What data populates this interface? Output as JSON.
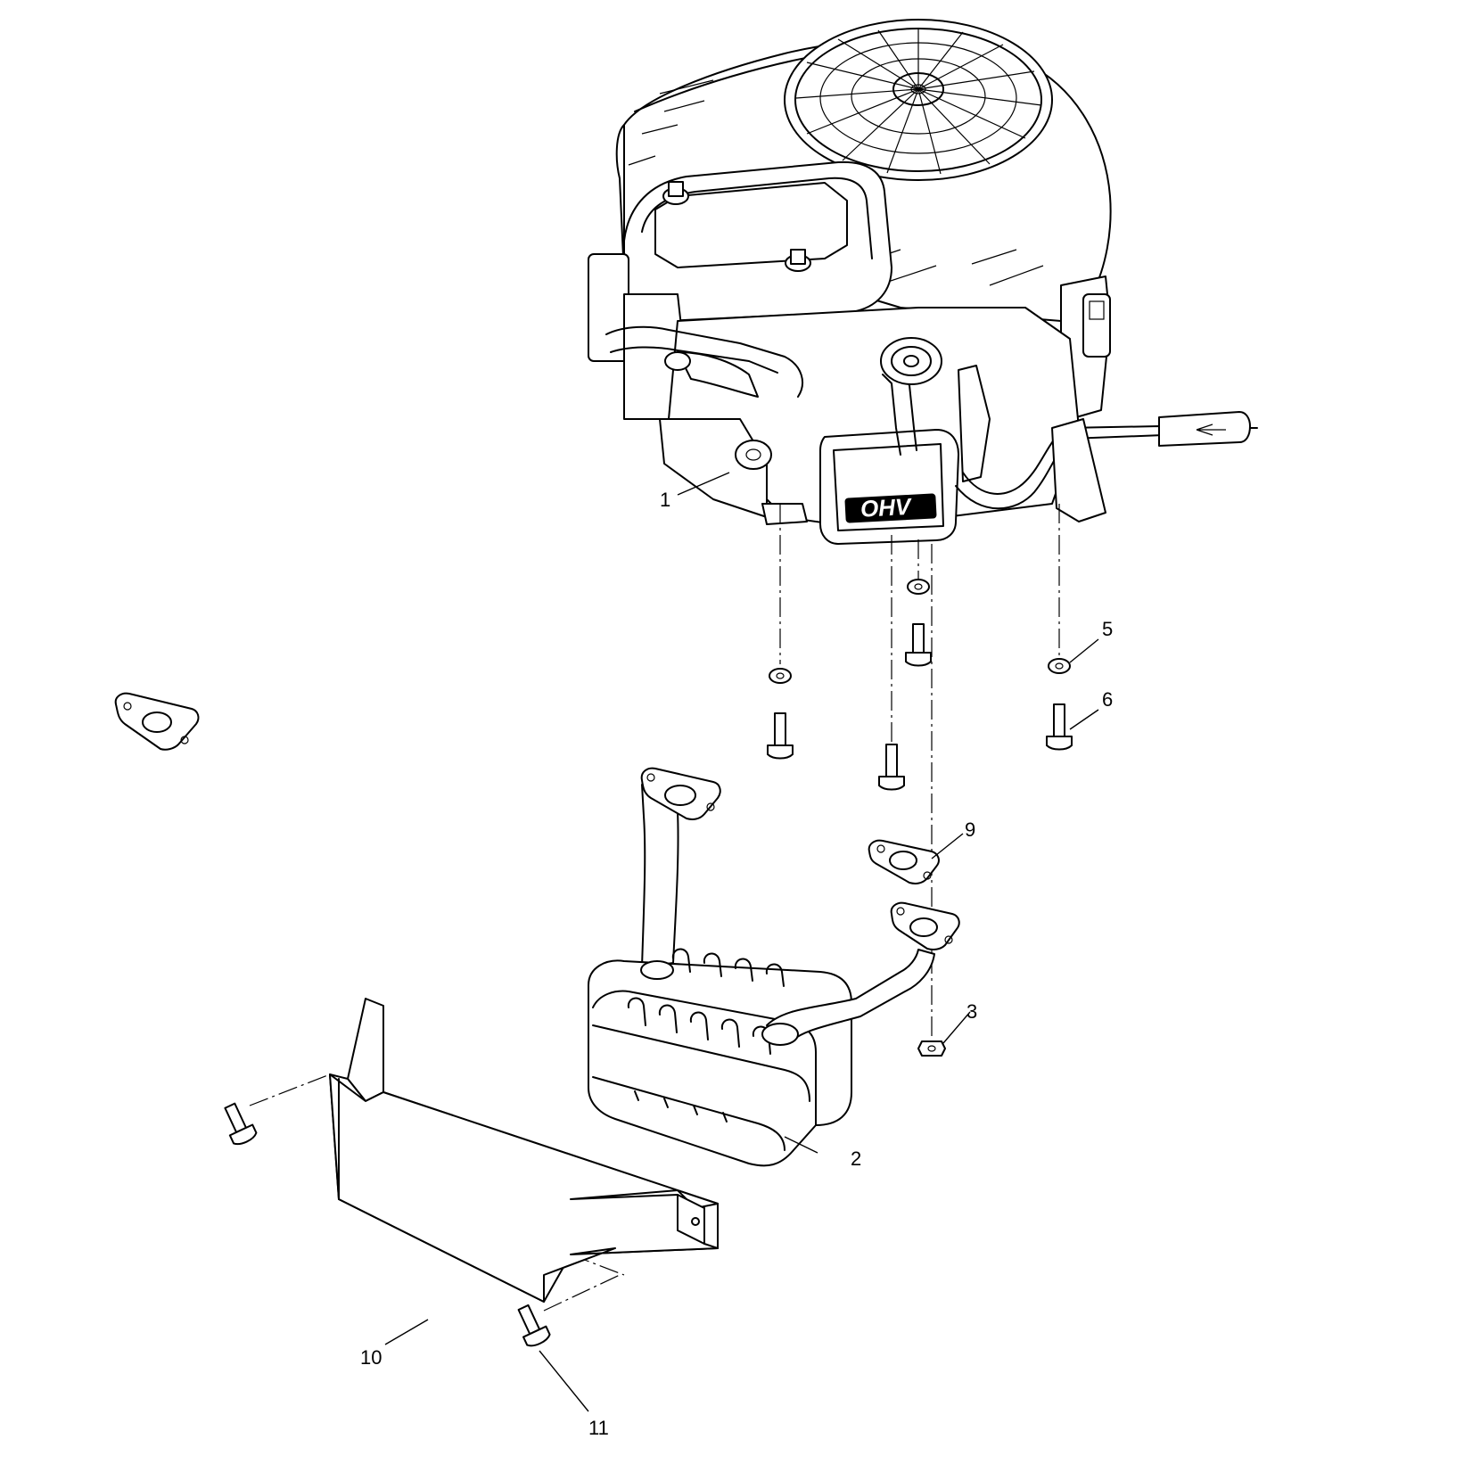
{
  "engine_logo": "OHV",
  "callouts": [
    {
      "id": "1",
      "label": "1"
    },
    {
      "id": "2",
      "label": "2"
    },
    {
      "id": "3",
      "label": "3"
    },
    {
      "id": "5",
      "label": "5"
    },
    {
      "id": "6",
      "label": "6"
    },
    {
      "id": "9",
      "label": "9"
    },
    {
      "id": "10",
      "label": "10"
    },
    {
      "id": "11",
      "label": "11"
    }
  ]
}
